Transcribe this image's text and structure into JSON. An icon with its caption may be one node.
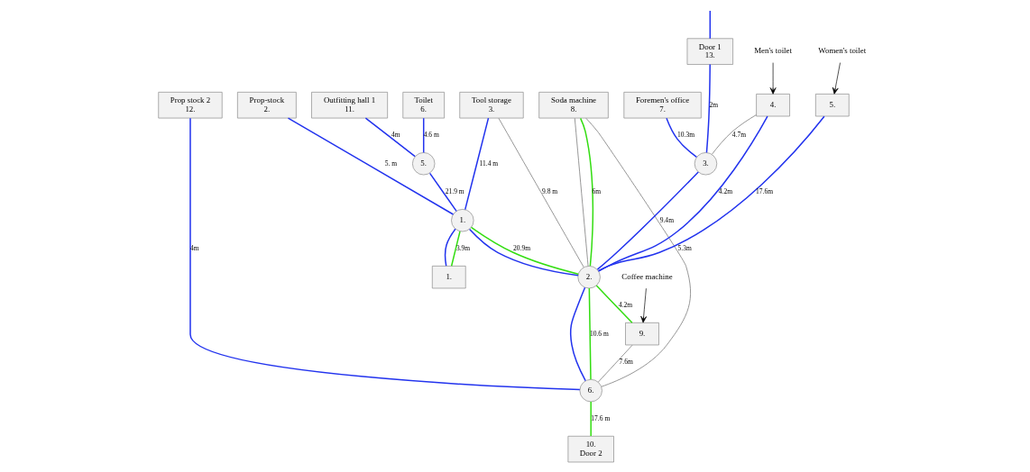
{
  "diagram": {
    "nodes": [
      {
        "text": [
          "Outfitting hall 1",
          "11."
        ]
      },
      {
        "text": [
          "Toilet",
          "6."
        ]
      },
      {
        "text": [
          "Prop-stock",
          "2."
        ]
      },
      {
        "text": [
          "Tool storage",
          "3."
        ]
      },
      {
        "text": [
          "Foremen's office",
          "7."
        ]
      },
      {
        "text": [
          "Door 1",
          "13."
        ]
      },
      {
        "text": [
          "4."
        ]
      },
      {
        "text": [
          "5."
        ]
      },
      {
        "text": [
          "Soda machine",
          "8."
        ]
      },
      {
        "text": [
          "Prop stock 2",
          "12."
        ]
      },
      {
        "text": [
          "9."
        ]
      },
      {
        "text": [
          "1."
        ]
      },
      {
        "text": [
          "10.",
          "Door 2"
        ]
      },
      {
        "text": [
          "5."
        ]
      },
      {
        "text": [
          "1."
        ]
      },
      {
        "text": [
          "3."
        ]
      },
      {
        "text": [
          "2."
        ]
      },
      {
        "text": [
          "6."
        ]
      },
      {
        "text": [
          "Men's toilet"
        ]
      },
      {
        "text": [
          "Women's toilet"
        ]
      },
      {
        "text": [
          "Coffee machine"
        ]
      }
    ],
    "edges": [
      {
        "from": 1,
        "to": 13,
        "arrow": "none",
        "label": "4.6 m"
      },
      {
        "from": 0,
        "to": 13,
        "arrow": "none",
        "label": "4m"
      },
      {
        "from": 13,
        "to": 14,
        "arrow": "none",
        "label": "21.9 m"
      },
      {
        "from": 2,
        "to": 14,
        "arrow": "none",
        "label": "5. m"
      },
      {
        "from": 3,
        "to": 14,
        "arrow": "none",
        "label": "11.4 m"
      },
      {
        "from": 3,
        "to": 16,
        "arrow": "none",
        "label": "9.8 m",
        "color": "#808080"
      },
      {
        "from": 14,
        "to": 16,
        "arrow": "none"
      },
      {
        "from": 14,
        "to": 16,
        "arrow": "none",
        "label": "20.9m",
        "color": "#33dd11"
      },
      {
        "from": 14,
        "to": 11,
        "arrow": "none"
      },
      {
        "from": 14,
        "to": 11,
        "arrow": "none",
        "label": "3.9m",
        "color": "#33dd11"
      },
      {
        "from": 4,
        "to": 15,
        "arrow": "none",
        "label": "10.3m"
      },
      {
        "from": null,
        "to": 5,
        "arrow": "none"
      },
      {
        "from": 5,
        "to": 15,
        "arrow": "none",
        "label": "2m"
      },
      {
        "from": 15,
        "to": 6,
        "arrow": "none",
        "label": "4.7m",
        "color": "#808080"
      },
      {
        "from": 15,
        "to": 16,
        "arrow": "none",
        "label": "9.4m"
      },
      {
        "from": 16,
        "to": 6,
        "arrow": "none",
        "label": "4.2m"
      },
      {
        "from": 16,
        "to": 10,
        "arrow": "none",
        "label": "4.2m",
        "color": "#33dd11"
      },
      {
        "from": 16,
        "to": 7,
        "arrow": "none",
        "label": "17.6m"
      },
      {
        "from": 16,
        "to": 8,
        "arrow": "none",
        "label": "6m",
        "color": "#33dd11"
      },
      {
        "from": 16,
        "to": 8,
        "arrow": "none",
        "color": "#808080"
      },
      {
        "from": 16,
        "to": 17,
        "arrow": "none"
      },
      {
        "from": 16,
        "to": 17,
        "arrow": "none",
        "label": "10.6 m",
        "color": "#33dd11"
      },
      {
        "from": 10,
        "to": 17,
        "arrow": "none",
        "label": "7.6m",
        "color": "#808080"
      },
      {
        "from": 8,
        "to": 17,
        "arrow": "none",
        "label": "5.3m",
        "color": "#808080"
      },
      {
        "from": 9,
        "to": 17,
        "arrow": "none",
        "label": "4m"
      },
      {
        "from": 17,
        "to": 12,
        "arrow": "none",
        "label": "17.6 m",
        "color": "#33dd11"
      },
      {
        "from": 18,
        "to": 6,
        "arrow": "to",
        "color": "#000000"
      },
      {
        "from": 19,
        "to": 7,
        "arrow": "to",
        "color": "#000000"
      },
      {
        "from": 20,
        "to": 10,
        "arrow": "to",
        "color": "#000000"
      }
    ]
  }
}
